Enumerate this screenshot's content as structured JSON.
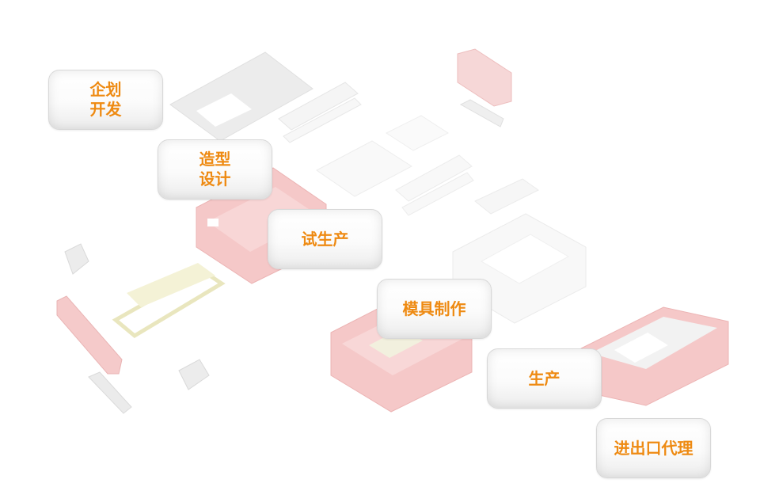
{
  "steps": [
    {
      "label": "企划开发"
    },
    {
      "label": "造型设计"
    },
    {
      "label": "试生产"
    },
    {
      "label": "模具制作"
    },
    {
      "label": "生产"
    },
    {
      "label": "进出口代理"
    }
  ],
  "colors": {
    "step_text": "#ee8a12",
    "part_red": "#e05a5a",
    "part_gray": "#d9d9d9",
    "flex_yellow": "#d8d28a"
  },
  "icons": {
    "background": "exploded-device-parts-illustration"
  }
}
